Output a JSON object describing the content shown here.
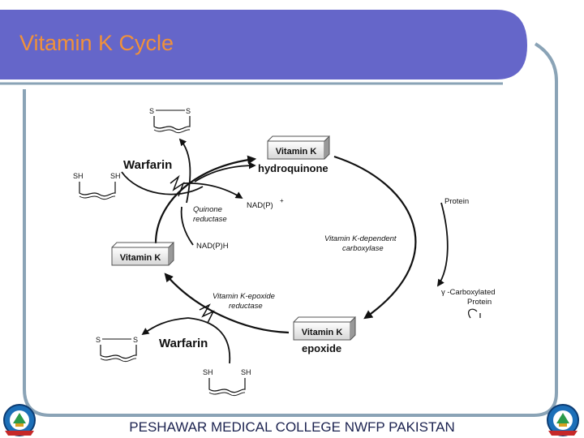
{
  "slide": {
    "title": "Vitamin K Cycle",
    "footer": "PESHAWAR MEDICAL COLLEGE NWFP PAKISTAN",
    "colors": {
      "title_bar": "#6566c9",
      "title_text": "#f0913a",
      "frame": "#8aa3b6",
      "footer_text": "#1c2350"
    }
  },
  "diagram": {
    "vitamin_k_hydroquinone": {
      "box": "Vitamin K",
      "sub": "hydroquinone"
    },
    "vitamin_k": {
      "box": "Vitamin K"
    },
    "vitamin_k_epoxide": {
      "box": "Vitamin K",
      "sub": "epoxide"
    },
    "warfarin_top": "Warfarin",
    "warfarin_bottom": "Warfarin",
    "quinone_reductase": [
      "Quinone",
      "reductase"
    ],
    "nadp_plus": "NAD(P)",
    "nadp_plus_sup": "+",
    "nadph": "NAD(P)H",
    "carboxylase": [
      "Vitamin K-dependent",
      "carboxylase"
    ],
    "protein": "Protein",
    "gamma_carboxylated": [
      "γ -Carboxylated",
      "Protein"
    ],
    "epoxide_reductase": [
      "Vitamin K-epoxide",
      "reductase"
    ],
    "s_label": "S",
    "sh_label": "SH"
  }
}
